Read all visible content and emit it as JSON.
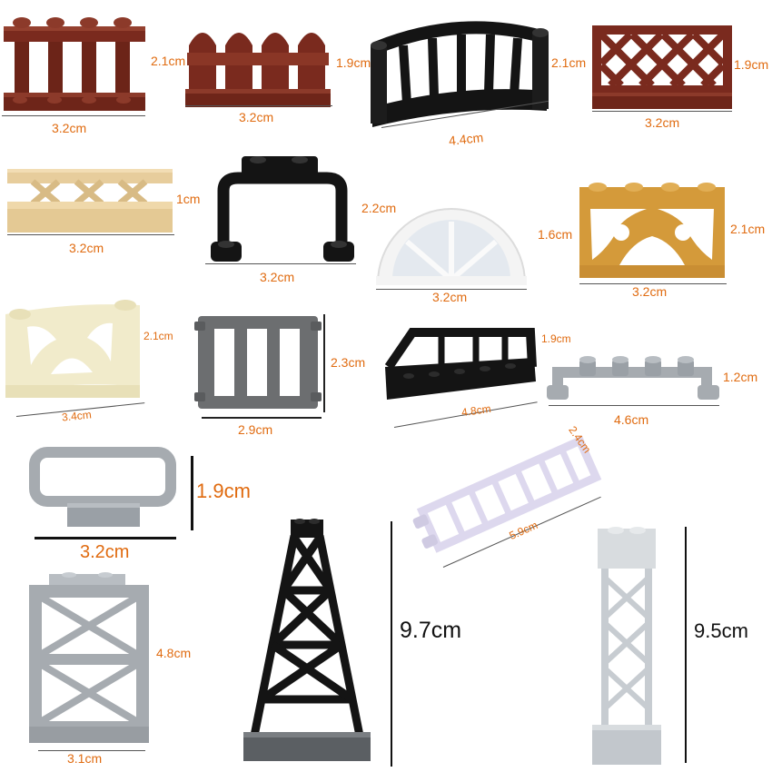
{
  "colors": {
    "label_orange": "#e06b10",
    "label_black": "#111111",
    "reddish_brown": "#7a2a1e",
    "black": "#141414",
    "tan": "#e7cd9c",
    "white": "#f4f4f4",
    "pearl_gold": "#d49a3a",
    "light_yellow": "#f1ebcb",
    "dark_gray": "#6c6e70",
    "light_gray": "#a6abb0",
    "lavender": "#ddd8ee"
  },
  "parts": [
    {
      "id": "picket-fence-round",
      "color": "reddish_brown",
      "dims": [
        "2.1cm",
        "3.2cm"
      ]
    },
    {
      "id": "picket-fence-arched",
      "color": "reddish_brown",
      "dims": [
        "1.9cm",
        "3.2cm"
      ]
    },
    {
      "id": "curved-fence",
      "color": "black",
      "dims": [
        "2.1cm",
        "4.4cm"
      ]
    },
    {
      "id": "lattice-fence",
      "color": "reddish_brown",
      "dims": [
        "1.9cm",
        "3.2cm"
      ]
    },
    {
      "id": "low-lattice-fence",
      "color": "tan",
      "dims": [
        "1cm",
        "3.2cm"
      ]
    },
    {
      "id": "bar-handle-frame",
      "color": "black",
      "dims": [
        "2.2cm",
        "3.2cm"
      ]
    },
    {
      "id": "half-round-window",
      "color": "white",
      "dims": [
        "1.6cm",
        "3.2cm"
      ]
    },
    {
      "id": "ornamental-fence",
      "color": "pearl_gold",
      "dims": [
        "2.1cm",
        "3.2cm"
      ]
    },
    {
      "id": "ornamental-fence-curved",
      "color": "light_yellow",
      "dims": [
        "2.1cm",
        "3.4cm"
      ]
    },
    {
      "id": "bar-gate",
      "color": "dark_gray",
      "dims": [
        "2.3cm",
        "2.9cm"
      ]
    },
    {
      "id": "train-rail",
      "color": "black",
      "dims": [
        "1.9cm",
        "4.8cm"
      ]
    },
    {
      "id": "stud-handle-bar",
      "color": "light_gray",
      "dims": [
        "1.2cm",
        "4.6cm"
      ]
    },
    {
      "id": "bar-frame-plate",
      "color": "light_gray",
      "dims": [
        "1.9cm",
        "3.2cm"
      ]
    },
    {
      "id": "ladder",
      "color": "lavender",
      "dims": [
        "2.4cm",
        "5.9cm"
      ]
    },
    {
      "id": "support-panel",
      "color": "light_gray",
      "dims": [
        "4.8cm",
        "3.1cm"
      ]
    },
    {
      "id": "tower-support",
      "color": "black",
      "dims": [
        "9.7cm"
      ]
    },
    {
      "id": "pillar-column",
      "color": "light_gray",
      "dims": [
        "9.5cm"
      ]
    }
  ]
}
